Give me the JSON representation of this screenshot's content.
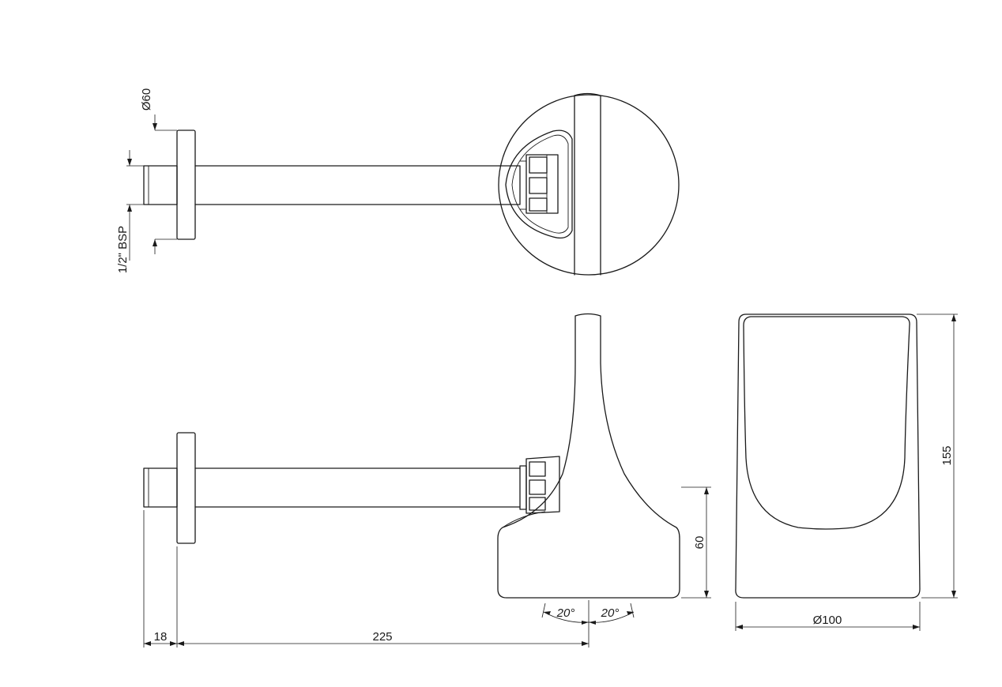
{
  "dimensions": {
    "flange_diameter": "Ø60",
    "thread": "1/2\" BSP",
    "flange_depth": "18",
    "arm_length": "225",
    "base_height": "60",
    "angle_left": "20°",
    "angle_right": "20°",
    "head_diameter": "Ø100",
    "head_height": "155"
  },
  "colors": {
    "line": "#1a1a1a",
    "background": "#ffffff"
  }
}
